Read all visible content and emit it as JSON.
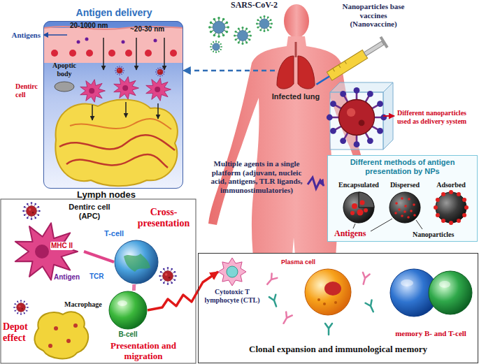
{
  "diagram": {
    "nodes": [
      {
        "text": [
          "Antigen delivery"
        ]
      },
      {
        "text": [
          "Infected lung"
        ]
      },
      {
        "text": [
          "Different methods of antigen presentation by NPs"
        ]
      },
      {
        "text": [
          "Encapsulated"
        ],
        "in": 2
      },
      {
        "text": [
          "Dispersed"
        ],
        "in": 2
      },
      {
        "text": [
          "Adsorbed"
        ],
        "in": 2
      },
      {
        "text": [
          "Dentirc cell (APC)"
        ]
      },
      {
        "text": [
          "T-cell"
        ]
      },
      {
        "text": [
          "B-cell"
        ]
      },
      {
        "text": [
          "Clonal expansion and immunological memory"
        ]
      },
      {
        "text": [
          "Cytotoxic T lymphocyte (CTL)"
        ],
        "in": 9
      },
      {
        "text": [
          "Plasma cell"
        ],
        "in": 9
      },
      {
        "text": [
          "memory B- and T-cell"
        ],
        "in": 9
      }
    ],
    "edges": [
      {
        "from": 1,
        "to": 0,
        "arrow": "to"
      },
      {
        "from": 6,
        "to": 7,
        "arrow": "none"
      },
      {
        "from": 7,
        "to": 8,
        "arrow": "none"
      },
      {
        "from": 8,
        "to": 10,
        "arrow": "to"
      }
    ],
    "labels": [
      "SARS-CoV-2",
      "Nanoparticles base vaccines (Nanovaccine)",
      "Antigens",
      "20-1000 nm",
      "~20-30 nm",
      "Apoptic body",
      "Dentirc cell",
      "Lymph nodes",
      "Different nanoparticles used as delivery system",
      "Multiple agents in a single platform (adjuvant, nucleic acid, antigens, TLR ligands, immunostimulatories)",
      "Antigens",
      "Nanoparticles",
      "Cross-presentation",
      "MHC II",
      "Antigen",
      "TCR",
      "Macrophage",
      "Depot effect",
      "Presentation and migration"
    ]
  }
}
